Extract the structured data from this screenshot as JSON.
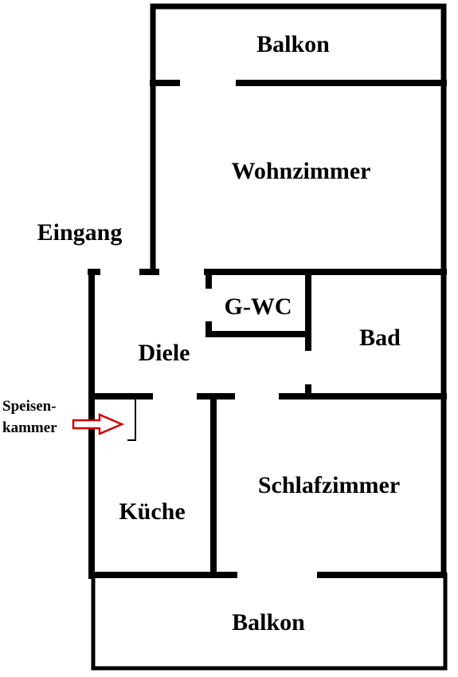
{
  "rooms": {
    "balkon_top": "Balkon",
    "wohnzimmer": "Wohnzimmer",
    "eingang": "Eingang",
    "gwc": "G-WC",
    "bad": "Bad",
    "diele": "Diele",
    "speisenkammer_line1": "Speisen-",
    "speisenkammer_line2": "kammer",
    "kueche": "Küche",
    "schlafzimmer": "Schlafzimmer",
    "balkon_bottom": "Balkon"
  },
  "colors": {
    "wall": "#000000",
    "arrow": "#cc0000",
    "background": "#ffffff"
  },
  "icons": {
    "pantry_pointer": "arrow-right-icon"
  }
}
